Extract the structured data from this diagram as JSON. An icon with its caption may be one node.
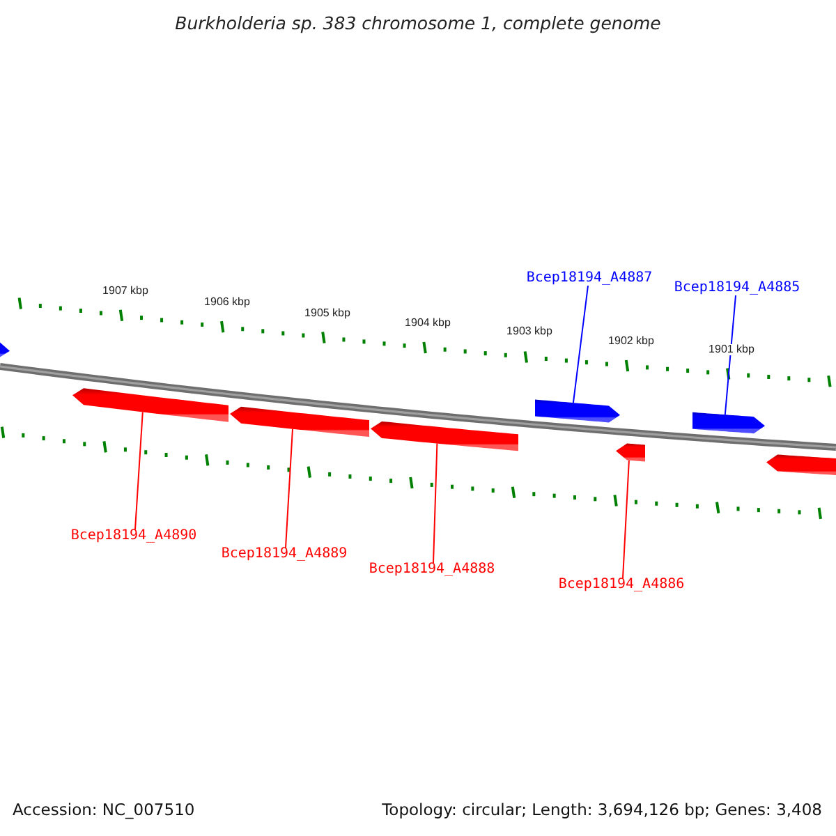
{
  "diagram": {
    "title": "Burkholderia sp. 383 chromosome 1, complete genome",
    "nodes": [
      {
        "text": [
          "Bcep18194_A4887"
        ]
      },
      {
        "text": [
          "Bcep18194_A4885"
        ]
      },
      {
        "text": [],
        "shape": "arrow"
      },
      {
        "text": [],
        "shape": "arrow"
      },
      {
        "text": [],
        "shape": "arrow"
      },
      {
        "text": [],
        "shape": "arrow"
      },
      {
        "text": [],
        "shape": "arrow"
      },
      {
        "text": [],
        "shape": "arrow"
      },
      {
        "text": [],
        "shape": "arrow"
      },
      {
        "text": [],
        "shape": "arrow"
      },
      {
        "text": [
          "Bcep18194_A4890"
        ]
      },
      {
        "text": [
          "Bcep18194_A4889"
        ]
      },
      {
        "text": [
          "Bcep18194_A4888"
        ]
      },
      {
        "text": [
          "Bcep18194_A4886"
        ]
      }
    ],
    "edges": [
      {
        "from": 0,
        "to": 6,
        "arrow": "none",
        "color": "#0000ff"
      },
      {
        "from": 1,
        "to": 8,
        "arrow": "none",
        "color": "#0000ff"
      },
      {
        "from": 10,
        "to": 3,
        "arrow": "none"
      },
      {
        "from": 11,
        "to": 4,
        "arrow": "none"
      },
      {
        "from": 12,
        "to": 5,
        "arrow": "none"
      },
      {
        "from": 13,
        "to": 7,
        "arrow": "none"
      }
    ],
    "labels": [
      "1907 kbp",
      "1906 kbp",
      "1905 kbp",
      "1904 kbp",
      "1903 kbp",
      "1902 kbp",
      "1901 kbp",
      "Accession: NC_007510",
      "Topology: circular; Length: 3,694,126 bp; Genes: 3,408"
    ]
  }
}
